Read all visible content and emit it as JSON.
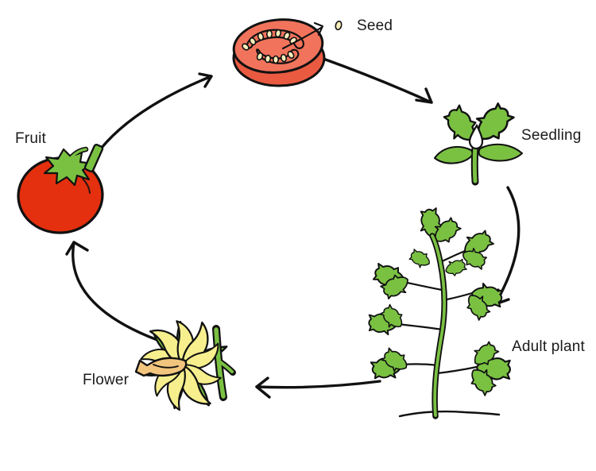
{
  "diagram": {
    "type": "cycle",
    "stages": [
      {
        "id": "seed",
        "label": "Seed"
      },
      {
        "id": "seedling",
        "label": "Seedling"
      },
      {
        "id": "adult_plant",
        "label": "Adult plant"
      },
      {
        "id": "flower",
        "label": "Flower"
      },
      {
        "id": "fruit",
        "label": "Fruit"
      }
    ],
    "transitions": [
      {
        "from": "seed",
        "to": "seedling"
      },
      {
        "from": "seedling",
        "to": "adult_plant"
      },
      {
        "from": "adult_plant",
        "to": "flower"
      },
      {
        "from": "flower",
        "to": "fruit"
      },
      {
        "from": "fruit",
        "to": "seed"
      }
    ],
    "colors": {
      "background": "#ffffff",
      "text": "#1b1b1b",
      "outline": "#111111",
      "arrow": "#111111",
      "tomato_red": "#e4300e",
      "tomato_flesh": "#f1735c",
      "tomato_rim": "#e95a41",
      "leaf_green": "#7ac142",
      "petal_yellow": "#f7ef8e",
      "flower_center": "#f2c57e",
      "seed_cream": "#f7eebc"
    }
  }
}
